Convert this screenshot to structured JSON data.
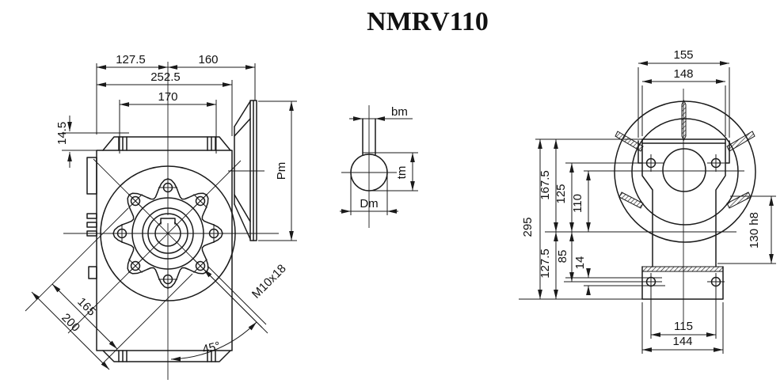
{
  "title": "NMRV110",
  "front_view": {
    "dim_left_to_axis": "127.5",
    "dim_axis_to_flange": "160",
    "dim_overall_width": "252.5",
    "dim_bolt_circle": "170",
    "dim_foot_step": "14.5",
    "dim_bolt_diag_inner": "165",
    "dim_bolt_diag_outer": "200",
    "dim_hole_angle": "45°",
    "tapped_hole_callout": "M10x18",
    "dim_motor_flange": "Pm"
  },
  "shaft_view": {
    "dim_key_width": "bm",
    "dim_key_depth": "tm",
    "dim_shaft_diameter": "Dm"
  },
  "side_view": {
    "dim_width_over_ribs": "155",
    "dim_body_width": "148",
    "dim_axis_to_top": "167.5",
    "dim_axis_to_side_holes": "125",
    "dim_centre_distance": "110",
    "dim_overall_height": "295",
    "dim_axis_to_base": "127.5",
    "dim_axis_to_foot_holes": "85",
    "dim_foot_hole_diameter": "14",
    "dim_output_spigot": "130 h8",
    "dim_foot_hole_spacing": "115",
    "dim_foot_width": "144"
  }
}
